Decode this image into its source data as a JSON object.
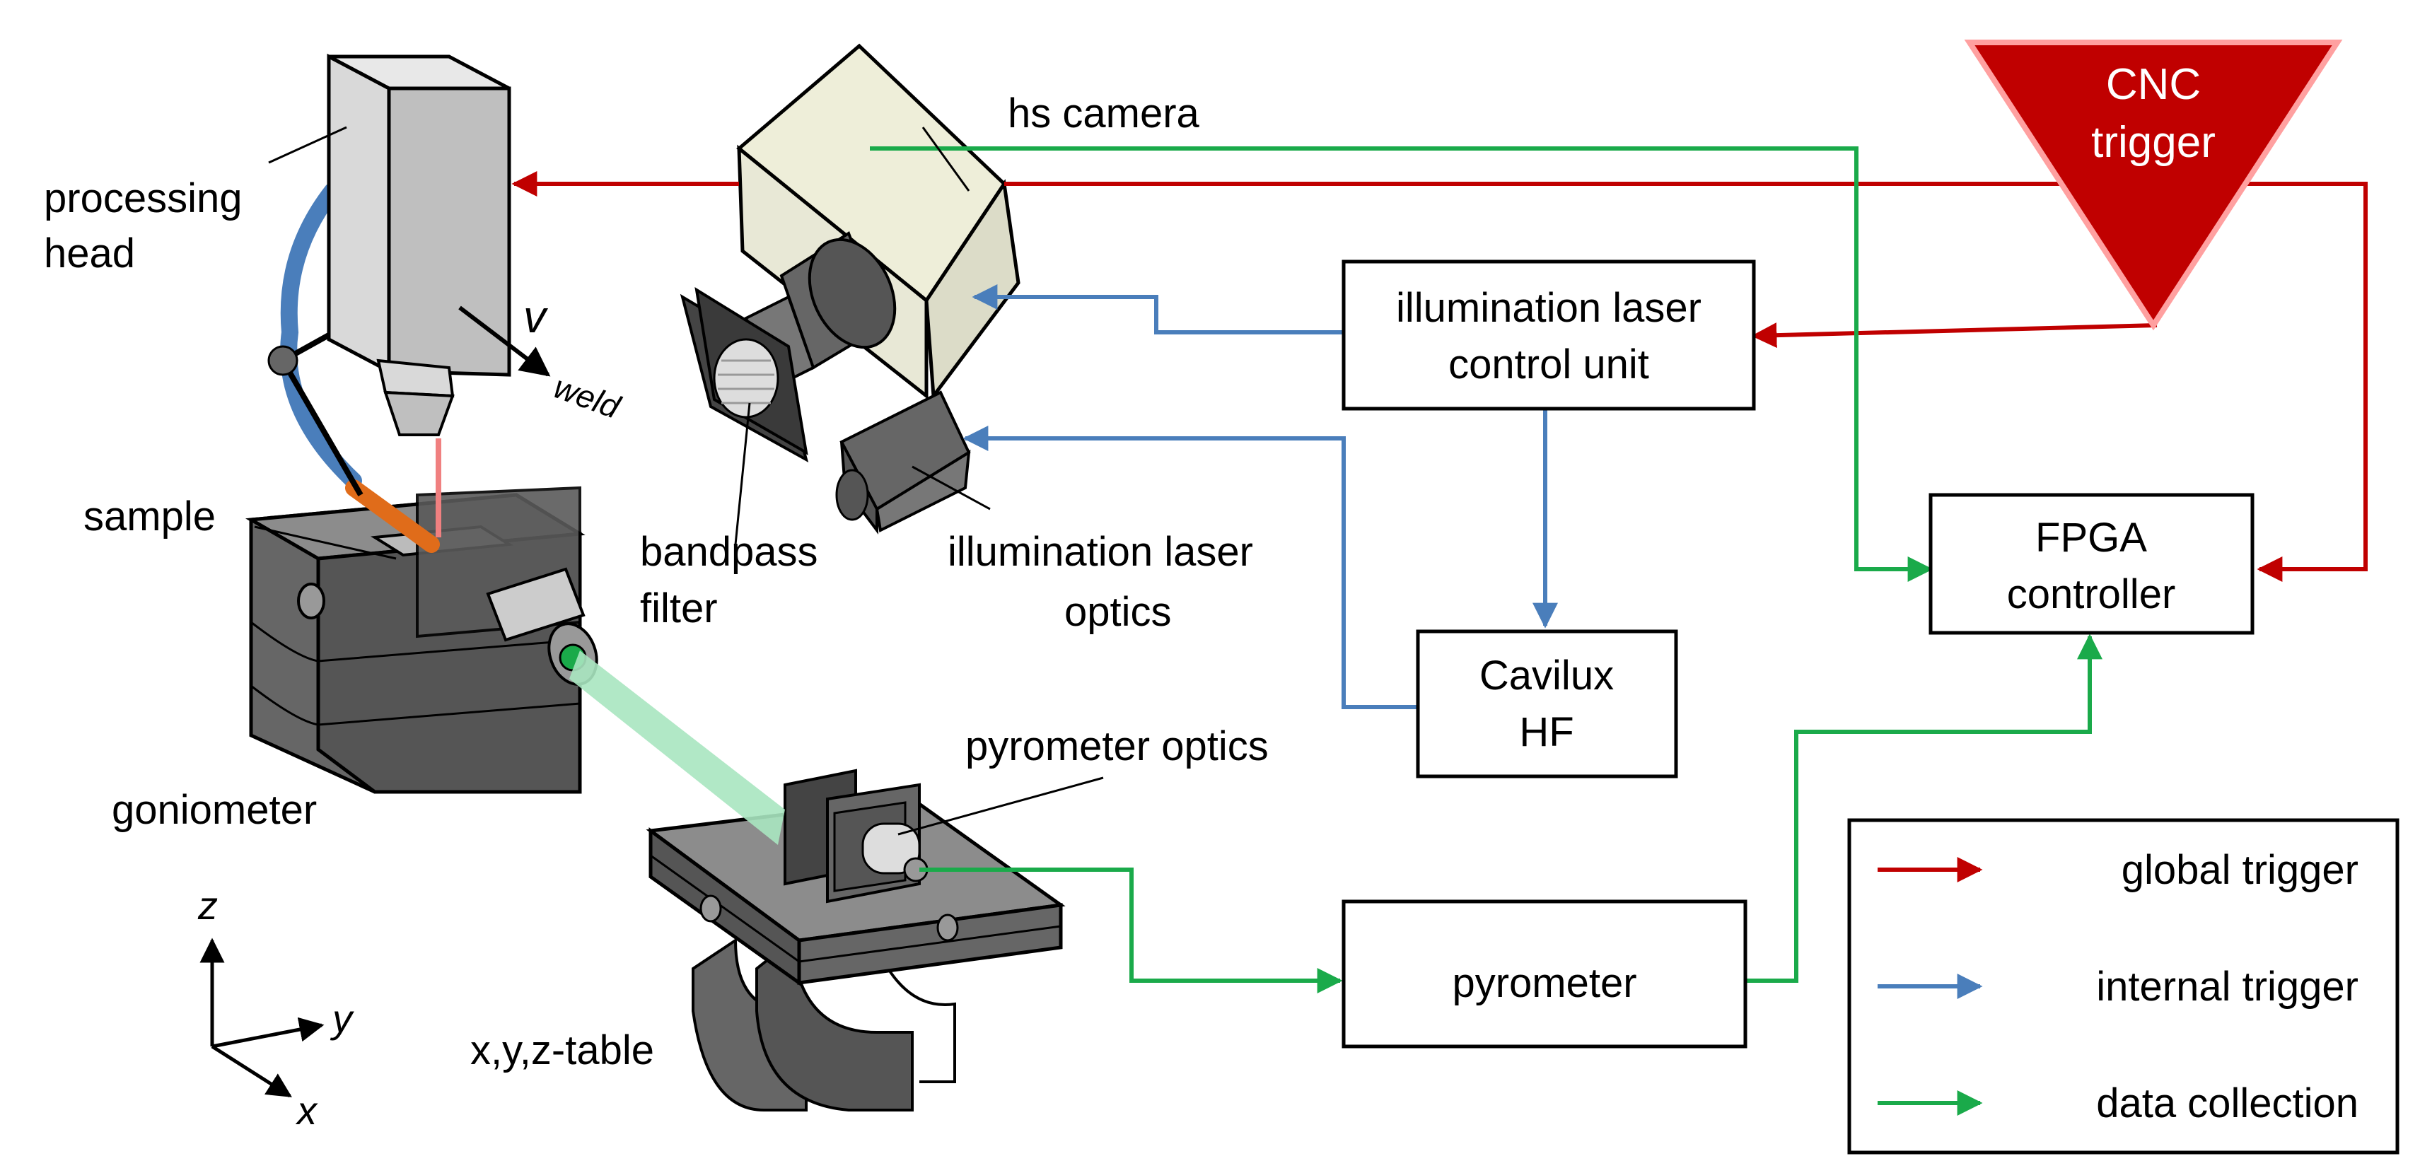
{
  "labels": {
    "processing_head_1": "processing",
    "processing_head_2": "head",
    "v": "v",
    "weld": "weld",
    "sample": "sample",
    "goniometer": "goniometer",
    "hs_camera": "hs camera",
    "bandpass_1": "bandpass",
    "bandpass_2": "filter",
    "illum_optics_1": "illumination laser",
    "illum_optics_2": "optics",
    "pyrometer_optics": "pyrometer optics",
    "xyz_table": "x,y,z-table",
    "axis_z": "z",
    "axis_y": "y",
    "axis_x": "x"
  },
  "boxes": {
    "illum_control_1": "illumination laser",
    "illum_control_2": "control unit",
    "cavilux_1": "Cavilux",
    "cavilux_2": "HF",
    "fpga_1": "FPGA",
    "fpga_2": "controller",
    "pyrometer": "pyrometer",
    "cnc_1": "CNC",
    "cnc_2": "trigger"
  },
  "legend": {
    "global": "global trigger",
    "internal": "internal trigger",
    "data": "data collection"
  },
  "colors": {
    "global_trigger": "#c00000",
    "internal_trigger": "#4a7ebb",
    "data_collection": "#1aaa4a"
  }
}
